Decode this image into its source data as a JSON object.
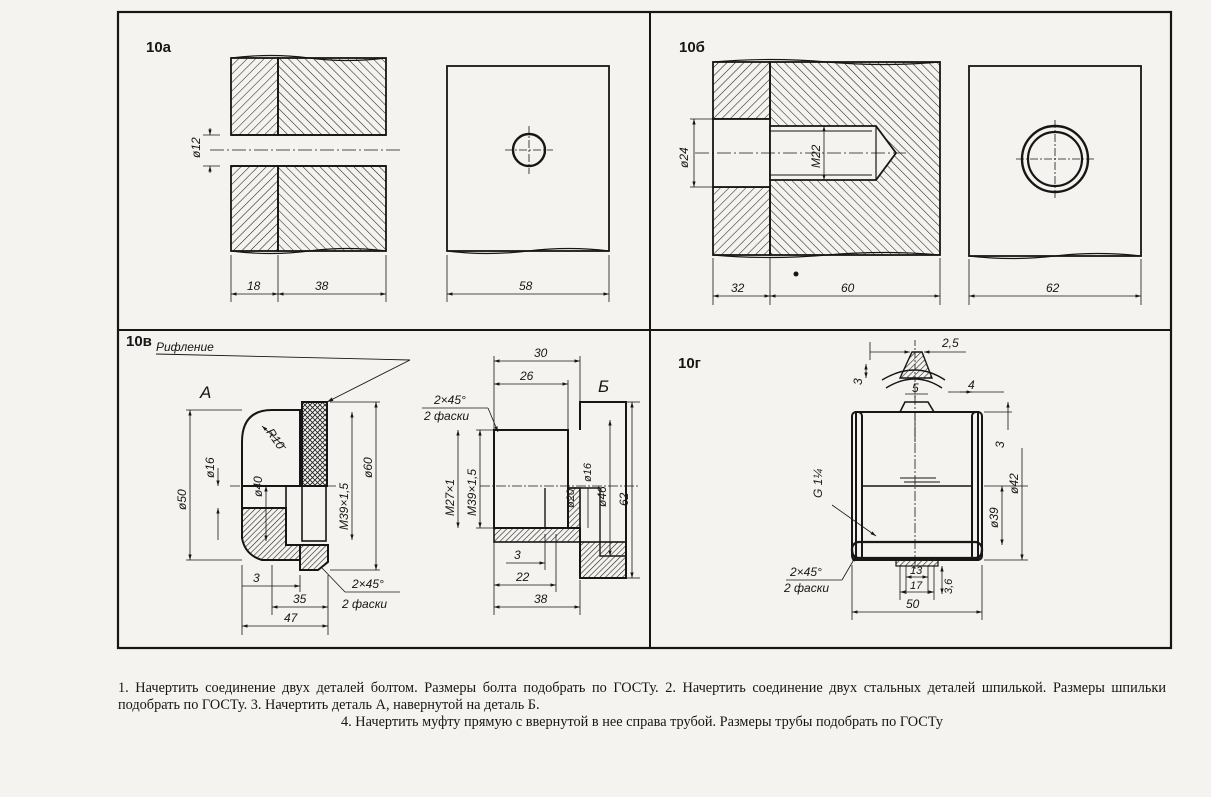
{
  "panels": {
    "a": {
      "label": "10а",
      "dims": {
        "d_hole": "ø12",
        "w1": "18",
        "w2": "38",
        "w3": "58"
      }
    },
    "b": {
      "label": "10б",
      "dims": {
        "d_bore": "ø24",
        "thread": "M22",
        "w1": "32",
        "w2": "60",
        "w3": "62"
      }
    },
    "v": {
      "label": "10в",
      "knurl_label": "Рифление",
      "part_a": {
        "label": "А",
        "dims": {
          "r": "R10",
          "d16": "ø16",
          "d40": "ø40",
          "d50": "ø50",
          "thread": "M39×1,5",
          "d60": "ø60",
          "w3": "3",
          "chamfer": "2×45°",
          "chamfer_note": "2 фаски",
          "w35": "35",
          "w47": "47"
        }
      },
      "part_b": {
        "label": "Б",
        "dims": {
          "w30": "30",
          "w26": "26",
          "chamfer": "2×45°",
          "chamfer_note": "2 фаски",
          "thread1": "M39×1,5",
          "thread2": "M27×1",
          "d20": "ø20",
          "d16": "ø16",
          "d46": "ø46",
          "h62": "62",
          "w3": "3",
          "w22": "22",
          "w38": "38"
        }
      }
    },
    "g": {
      "label": "10г",
      "dims": {
        "d25": "2,5",
        "d3a": "3",
        "d4": "4",
        "d5": "5",
        "d3b": "3",
        "pipe": "G 1¼",
        "d39": "ø39",
        "d42": "ø42",
        "chamfer": "2×45°",
        "chamfer_note": "2 фаски",
        "d13": "13",
        "d17": "17",
        "d36": "3,6",
        "w50": "50"
      }
    }
  },
  "caption": {
    "line1": "1. Начертить соединение двух деталей болтом. Размеры болта подобрать по ГОСТу. 2. Начертить соединение двух",
    "line2": "стальных деталей шпилькой. Размеры шпильки подобрать по ГОСТу. 3. Начертить деталь А, навернутой на деталь Б.",
    "line3": "4. Начертить муфту прямую с ввернутой в нее справа трубой. Размеры трубы подобрать по ГОСТу"
  }
}
